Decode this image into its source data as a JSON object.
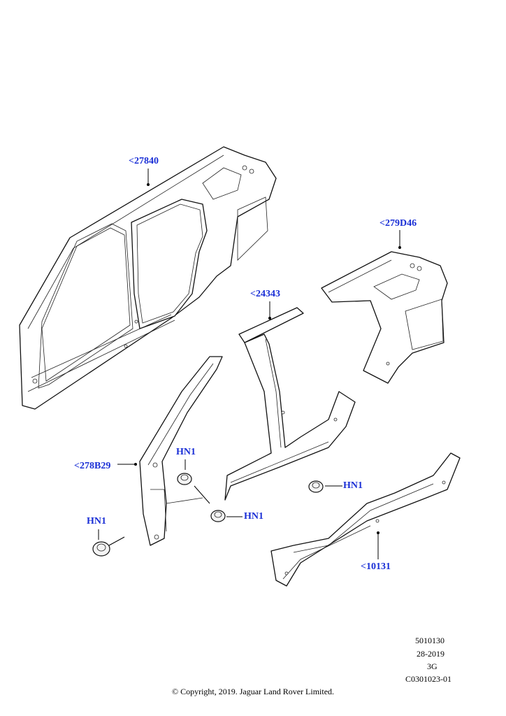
{
  "callouts": {
    "c27840": "<27840",
    "c279D46": "<279D46",
    "c24343": "<24343",
    "c278B29": "<278B29",
    "hn1_a": "HN1",
    "hn1_b": "HN1",
    "hn1_c": "HN1",
    "hn1_d": "HN1",
    "c10131": "<10131"
  },
  "reference": {
    "line1": "5010130",
    "line2": "28-2019",
    "line3": "3G",
    "line4": "C0301023-01"
  },
  "copyright": "© Copyright, 2019. Jaguar Land Rover Limited.",
  "colors": {
    "callout": "#1a2fd6",
    "line": "#111111"
  }
}
